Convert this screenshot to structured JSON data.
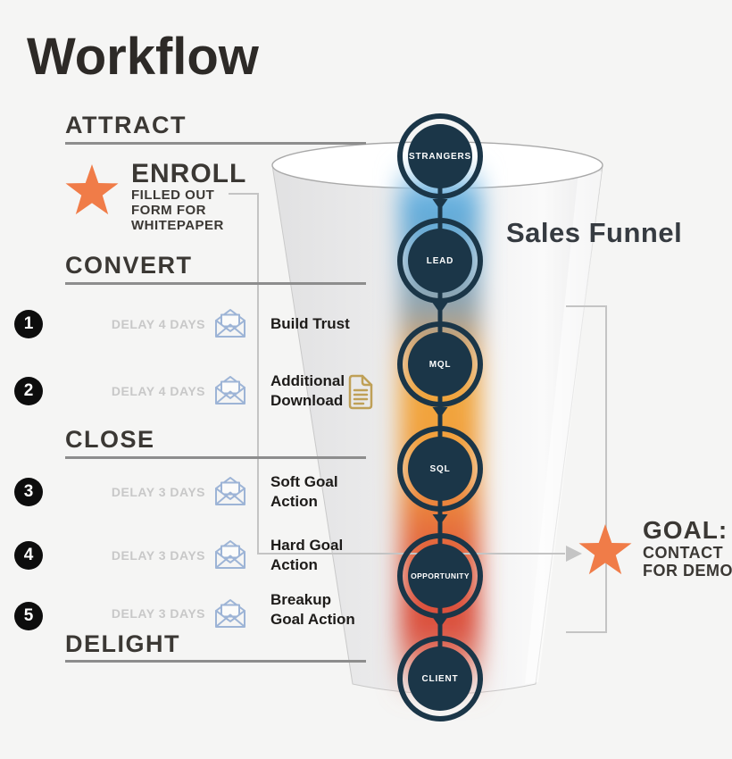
{
  "title": "Workflow",
  "phases": [
    {
      "label": "ATTRACT"
    },
    {
      "label": "CONVERT"
    },
    {
      "label": "CLOSE"
    },
    {
      "label": "DELIGHT"
    }
  ],
  "enroll": {
    "title": "ENROLL",
    "line1": "FILLED OUT",
    "line2": "FORM FOR",
    "line3": "WHITEPAPER"
  },
  "steps": [
    {
      "num": "1",
      "delay": "DELAY 4 DAYS",
      "action1": "Build Trust",
      "action2": ""
    },
    {
      "num": "2",
      "delay": "DELAY 4 DAYS",
      "action1": "Additional",
      "action2": "Download"
    },
    {
      "num": "3",
      "delay": "DELAY 3 DAYS",
      "action1": "Soft Goal",
      "action2": "Action"
    },
    {
      "num": "4",
      "delay": "DELAY 3 DAYS",
      "action1": "Hard Goal",
      "action2": "Action"
    },
    {
      "num": "5",
      "delay": "DELAY 3 DAYS",
      "action1": "Breakup",
      "action2": "Goal Action"
    }
  ],
  "funnel": {
    "label": "Sales Funnel",
    "stages": [
      {
        "label": "STRANGERS"
      },
      {
        "label": "LEAD"
      },
      {
        "label": "MQL"
      },
      {
        "label": "SQL"
      },
      {
        "label": "OPPORTUNITY"
      },
      {
        "label": "CLIENT"
      }
    ]
  },
  "goal": {
    "title": "GOAL:",
    "line1": "CONTACT",
    "line2": "FOR DEMO"
  },
  "icons": {
    "enroll": "star-icon",
    "delay": "envelope-open-icon",
    "download": "document-icon",
    "goal": "star-icon"
  },
  "colors": {
    "navy": "#1b3648",
    "orange": "#f07c48",
    "envelope_blue": "#9db4d6",
    "doc_gold": "#bfa057",
    "glow_blue": "#5fadde",
    "glow_orange": "#f0a53e",
    "glow_red": "#dd5340",
    "background": "#f5f5f4",
    "line_gray": "#c4c4c4"
  }
}
